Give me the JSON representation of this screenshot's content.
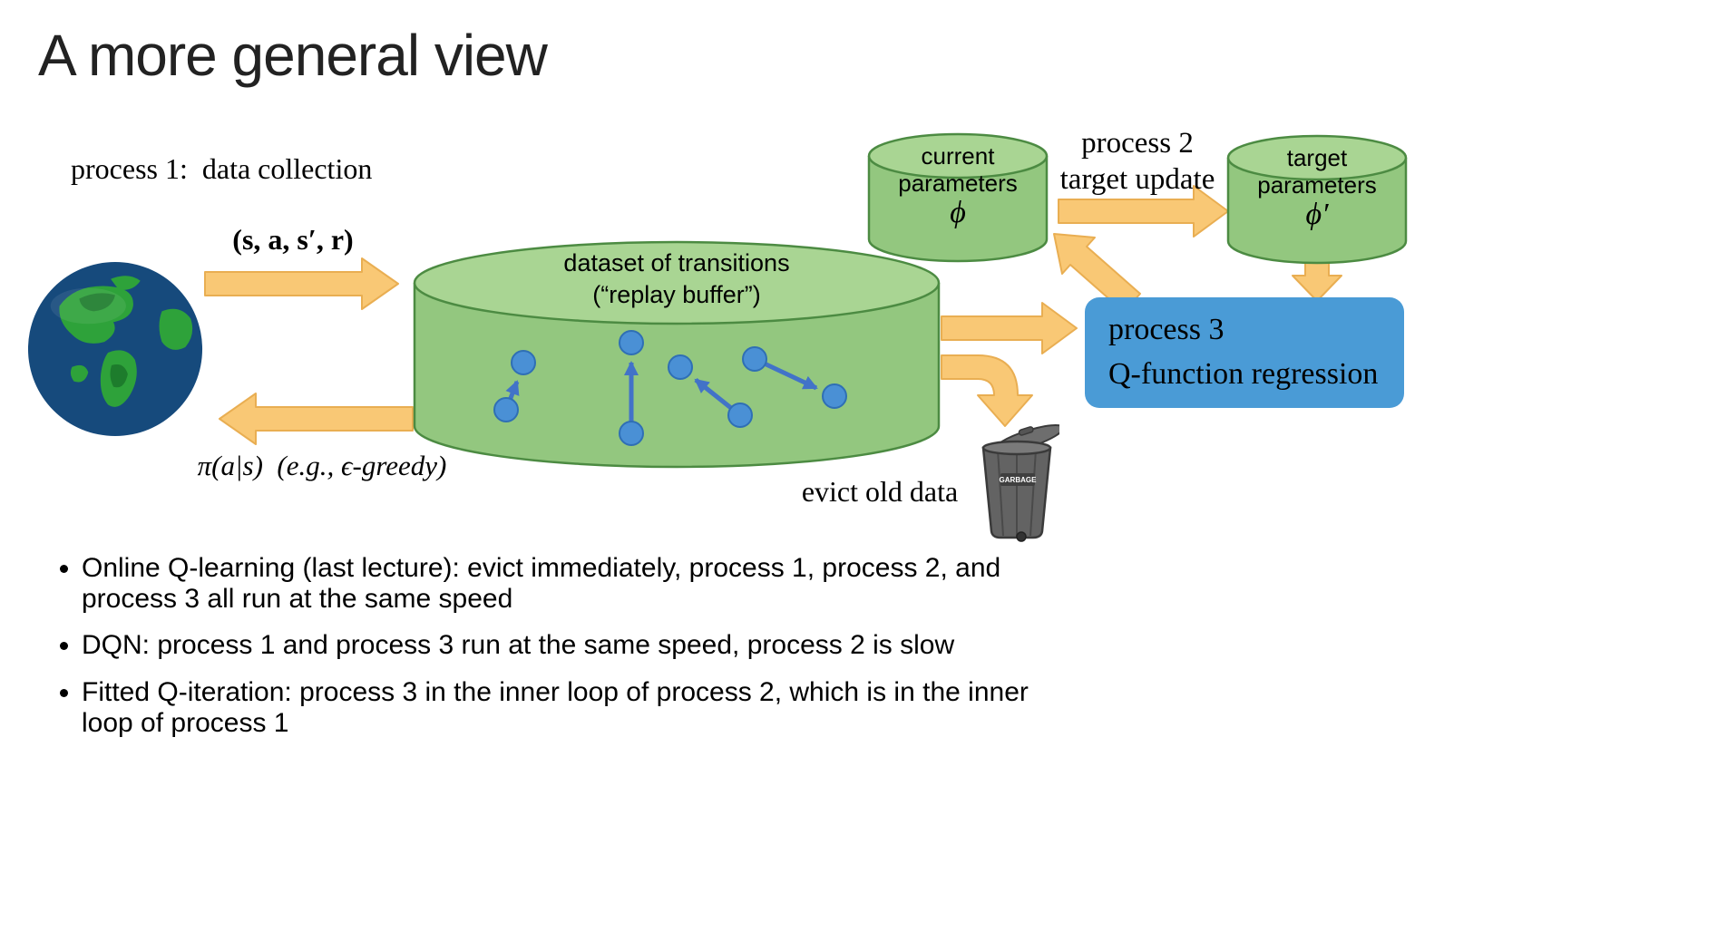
{
  "slide": {
    "title": "A more general view"
  },
  "labels": {
    "process1": "process 1:  data collection",
    "transition_tuple": "(s, a, s′, r)",
    "policy": "π(a|s)  (e.g., ϵ-greedy)",
    "process2_line1": "process 2",
    "process2_line2": "target update",
    "evict": "evict old data"
  },
  "replay_buffer": {
    "line1": "dataset of transitions",
    "line2": "(“replay buffer”)"
  },
  "current_parameters": {
    "line1": "current",
    "line2": "parameters",
    "symbol": "ϕ"
  },
  "target_parameters": {
    "line1": "target",
    "line2": "parameters",
    "symbol": "ϕ′"
  },
  "process3": {
    "line1": "process 3",
    "line2": "Q-function regression"
  },
  "trash": {
    "label": "GARBAGE"
  },
  "bullets": [
    "Online Q-learning (last lecture): evict immediately, process 1, process 2, and process 3 all run at the same speed",
    "DQN: process 1 and process 3 run at the same speed, process 2 is slow",
    "Fitted Q-iteration: process 3 in the inner loop of process 2, which is in the inner loop of process 1"
  ],
  "colors": {
    "arrow_fill": "#F9C875",
    "arrow_stroke": "#E9AE52",
    "cylinder_body": "#93C77F",
    "cylinder_top": "#A9D593",
    "cylinder_stroke": "#4C8B42",
    "process3_fill": "#4A9BD6",
    "dot_fill": "#4A90D5",
    "dot_arrow": "#4273C8"
  }
}
